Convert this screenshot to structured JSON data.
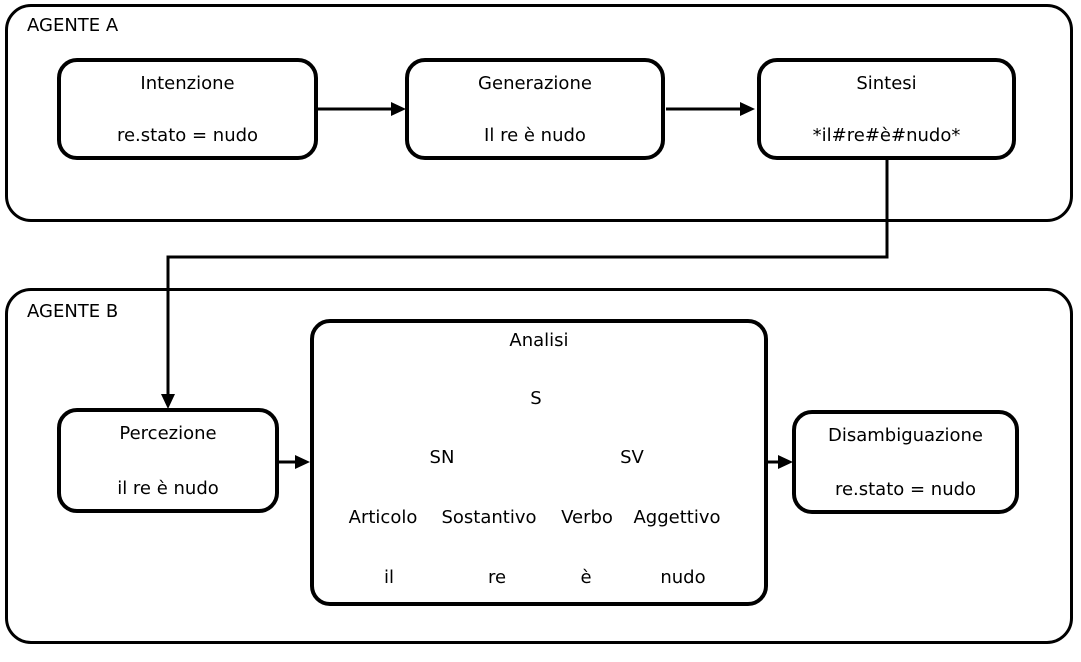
{
  "colors": {
    "stroke": "#000000",
    "background": "#ffffff"
  },
  "agent_a": {
    "label": "AGENTE A",
    "boxes": [
      {
        "title": "Intenzione",
        "content": "re.stato = nudo"
      },
      {
        "title": "Generazione",
        "content": "Il re è nudo"
      },
      {
        "title": "Sintesi",
        "content": "*il#re#è#nudo*"
      }
    ]
  },
  "agent_b": {
    "label": "AGENTE B",
    "percezione": {
      "title": "Percezione",
      "content": "il re è nudo"
    },
    "analisi": {
      "title": "Analisi"
    },
    "disambiguazione": {
      "title": "Disambiguazione",
      "content": "re.stato = nudo"
    },
    "tree": {
      "root": "S",
      "phrases": [
        "SN",
        "SV"
      ],
      "pos": [
        "Articolo",
        "Sostantivo",
        "Verbo",
        "Aggettivo"
      ],
      "leaves": [
        "il",
        "re",
        "è",
        "nudo"
      ]
    }
  }
}
